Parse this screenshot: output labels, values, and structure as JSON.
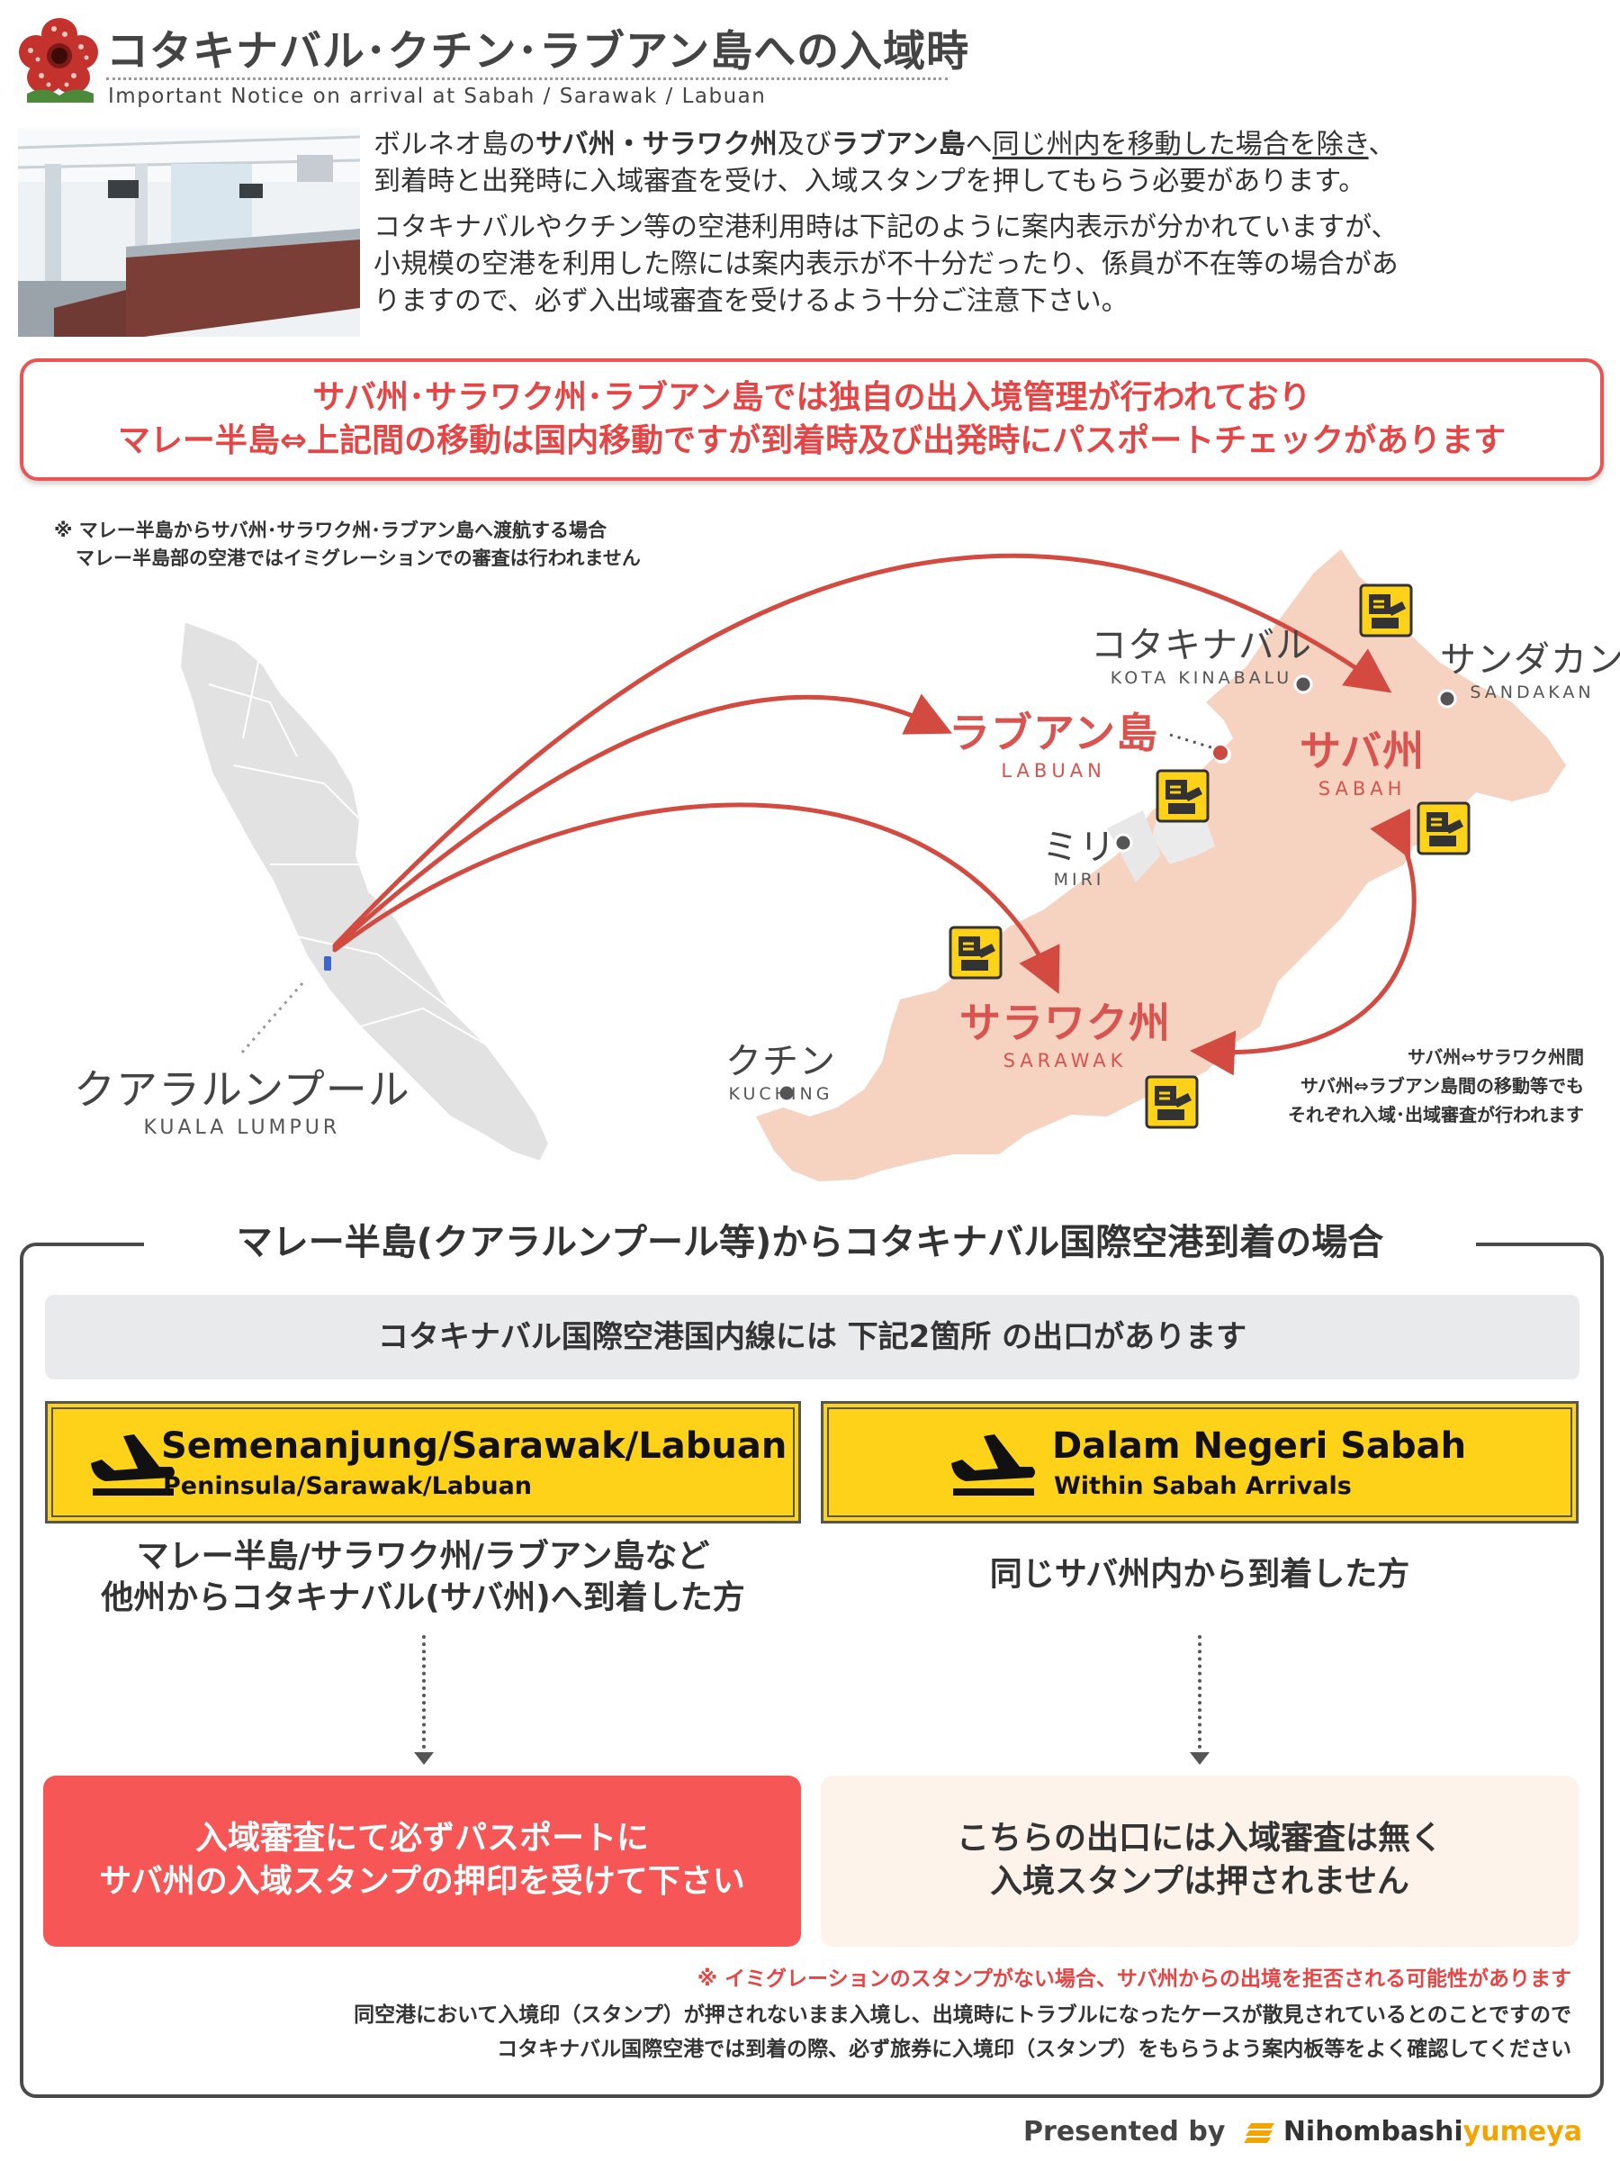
{
  "header": {
    "title": "コタキナバル･クチン･ラブアン島への入域時",
    "subtitle": "Important Notice on arrival at Sabah / Sarawak / Labuan"
  },
  "intro": {
    "p1_a": "ボルネオ島の",
    "p1_b": "サバ州・サラワク州",
    "p1_c": "及び",
    "p1_d": "ラブアン島",
    "p1_e": "へ",
    "p1_f": "同じ州内を移動した場合を除き",
    "p1_g": "、",
    "p1_line2": "到着時と出発時に入域審査を受け、入域スタンプを押してもらう必要があります。",
    "p2_line1": "コタキナバルやクチン等の空港利用時は下記のように案内表示が分かれていますが、",
    "p2_line2": "小規模の空港を利用した際には案内表示が不十分だったり、係員が不在等の場合があ",
    "p2_line3": "りますので、必ず入出域審査を受けるよう十分ご注意下さい。"
  },
  "alert": {
    "line1": "サバ州･サラワク州･ラブアン島では独自の出入境管理が行われており",
    "line2": "マレー半島⇔上記間の移動は国内移動ですが到着時及び出発時にパスポートチェックがあります"
  },
  "map": {
    "note_line1": "※ マレー半島からサバ州･サラワク州･ラブアン島へ渡航する場合",
    "note_line2": "マレー半島部の空港ではイミグレーションでの審査は行われません",
    "kota_kinabalu_jp": "コタキナバル",
    "kota_kinabalu_en": "KOTA KINABALU",
    "sandakan_jp": "サンダカン",
    "sandakan_en": "SANDAKAN",
    "labuan_jp": "ラブアン島",
    "labuan_en": "LABUAN",
    "sabah_jp": "サバ州",
    "sabah_en": "SABAH",
    "miri_jp": "ミリ",
    "miri_en": "MIRI",
    "sarawak_jp": "サラワク州",
    "sarawak_en": "SARAWAK",
    "kuching_jp": "クチン",
    "kuching_en": "KUCHING",
    "kl_jp": "クアラルンプール",
    "kl_en": "KUALA LUMPUR",
    "right_note_line1": "サバ州⇔サラワク州間",
    "right_note_line2": "サバ州⇔ラブアン島間の移動等でも",
    "right_note_line3": "それぞれ入域･出域審査が行われます"
  },
  "section": {
    "title": "マレー半島(クアラルンプール等)からコタキナバル国際空港到着の場合",
    "exit_band": "コタキナバル国際空港国内線には 下記2箇所 の出口があります",
    "left_sign_main": "Semenanjung/Sarawak/Labuan",
    "left_sign_sub": "Peninsula/Sarawak/Labuan",
    "right_sign_main": "Dalam Negeri Sabah",
    "right_sign_sub": "Within Sabah Arrivals",
    "left_desc_line1": "マレー半島/サラワク州/ラブアン島など",
    "left_desc_line2": "他州からコタキナバル(サバ州)へ到着した方",
    "right_desc": "同じサバ州内から到着した方",
    "left_result_line1": "入域審査にて必ずパスポートに",
    "left_result_line2": "サバ州の入域スタンプの押印を受けて下さい",
    "right_result_line1": "こちらの出口には入域審査は無く",
    "right_result_line2": "入境スタンプは押されません",
    "warning": "※ イミグレーションのスタンプがない場合、サバ州からの出境を拒否される可能性があります",
    "foot_line1": "同空港において入境印（スタンプ）が押されないまま入境し、出境時にトラブルになったケースが散見されているとのことですので",
    "foot_line2": "コタキナバル国際空港では到着の際、必ず旅券に入境印（スタンプ）をもらうよう案内板等をよく確認してください"
  },
  "credit": {
    "prefix": "Presented by",
    "brand_a": "Nihombashi",
    "brand_b": "yumeya"
  },
  "colors": {
    "accent_red": "#e64545",
    "sign_yellow": "#ffd21a",
    "result_red": "#f75656",
    "borneo_fill": "#f6d2c1",
    "peninsula_fill": "#e0e0e0"
  }
}
